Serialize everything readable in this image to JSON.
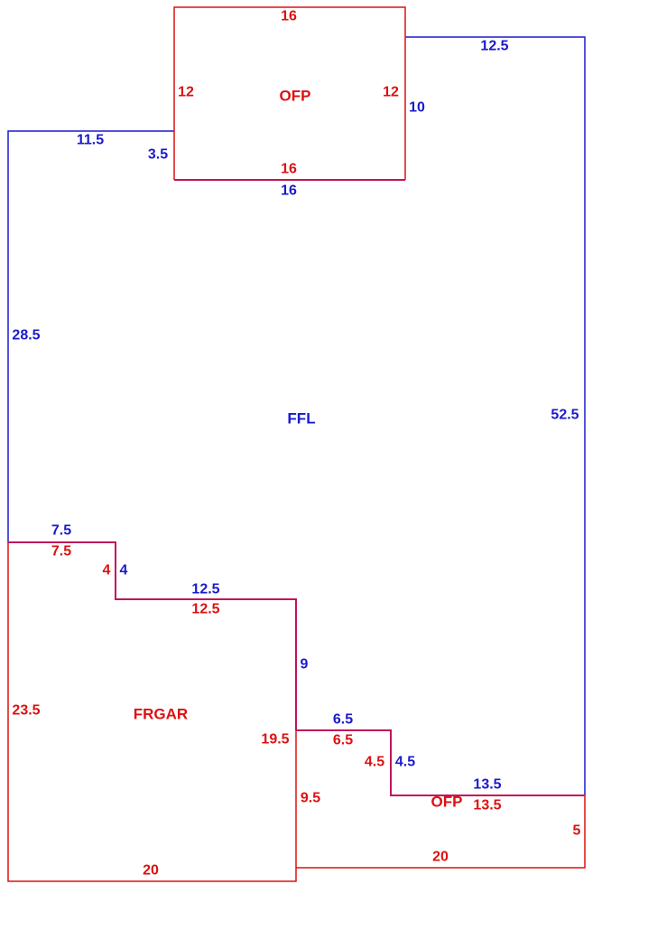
{
  "colors": {
    "living_area": "#1a1acc",
    "other_areas": "#dd1111",
    "shared_edge": "#c0145a",
    "background": "#ffffff"
  },
  "areas": {
    "ffl": {
      "label": "FFL",
      "dims": [
        "12.5",
        "10",
        "16",
        "3.5",
        "11.5",
        "28.5",
        "52.5",
        "7.5",
        "4",
        "12.5",
        "9",
        "6.5",
        "4.5",
        "13.5"
      ]
    },
    "ofp_top": {
      "label": "OFP",
      "dims": [
        "16",
        "12",
        "12",
        "16"
      ]
    },
    "frgar": {
      "label": "FRGAR",
      "dims": [
        "7.5",
        "4",
        "12.5",
        "23.5",
        "19.5",
        "20"
      ]
    },
    "ofp_bottom": {
      "label": "OFP",
      "dims": [
        "6.5",
        "4.5",
        "13.5",
        "5",
        "20",
        "9.5"
      ]
    }
  }
}
